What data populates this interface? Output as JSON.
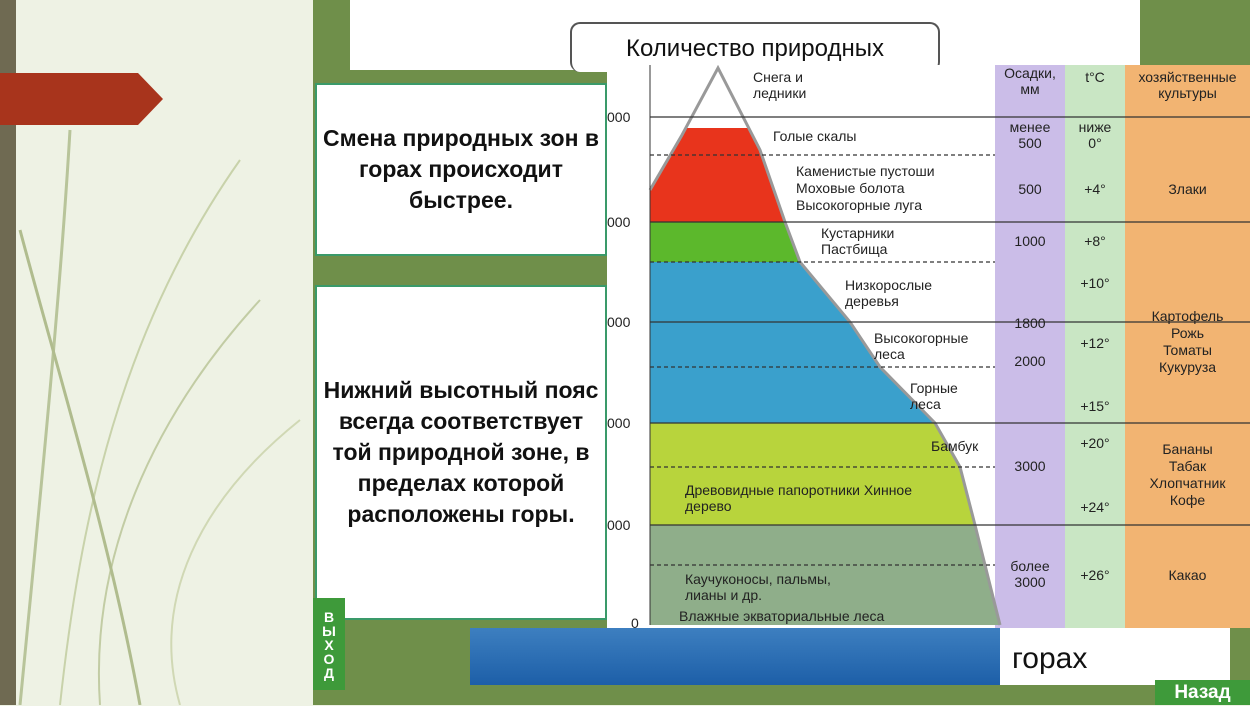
{
  "slide": {
    "title_fragment": "Количество природных",
    "box1": "Смена природных зон в горах происходит быстрее.",
    "box2": "Нижний высотный пояс всегда соответствует той природной зоне, в пределах которой расположены горы.",
    "bottom_fragment": "горах",
    "exit_label": "ВЫХОД",
    "back_label": "Назад"
  },
  "diagram": {
    "altitude_ticks": [
      "000",
      "000",
      "000",
      "000",
      "000",
      "0"
    ],
    "headers": {
      "precip": "Осадки, мм",
      "temp": "t°C",
      "crops": "хозяйственные культуры"
    },
    "zones": [
      {
        "name": "Снега и ледники"
      },
      {
        "name": "Голые скалы",
        "precip": "менее 500",
        "temp": "ниже 0°"
      },
      {
        "name": "Каменистые пустоши Моховые болота Высокогорные луга",
        "precip": "500",
        "temp": "+4°",
        "crops": "Злаки"
      },
      {
        "name": "Кустарники Пастбища",
        "precip": "1000",
        "temp": "+8°"
      },
      {
        "name": "Низкорослые деревья",
        "temp": "+10°"
      },
      {
        "name": "Высокогорные леса",
        "precip": "1800",
        "temp": "+12°",
        "crops": "Картофель Рожь Томаты Кукуруза"
      },
      {
        "name": "Горные леса",
        "precip": "2000",
        "temp": "+15°"
      },
      {
        "name": "Бамбук",
        "temp": "+20°",
        "crops": "Бананы Табак Хлопчатник Кофе"
      },
      {
        "name": "Древовидные папоротники Хинное дерево",
        "precip": "3000",
        "temp": "+24°"
      },
      {
        "name": "Каучуконосы, пальмы, лианы и др.",
        "precip": "более 3000",
        "temp": "+26°",
        "crops": "Какао"
      },
      {
        "name": "Влажные экваториальные леса"
      }
    ],
    "colors": {
      "red": "#e8341c",
      "green": "#5cb82c",
      "blue": "#3aa0cc",
      "yellowgreen": "#b8d43c",
      "greygreen": "#8fae8a",
      "precip": "#cbbde8",
      "temp": "#c9e6c4",
      "crops": "#f2b472"
    }
  }
}
